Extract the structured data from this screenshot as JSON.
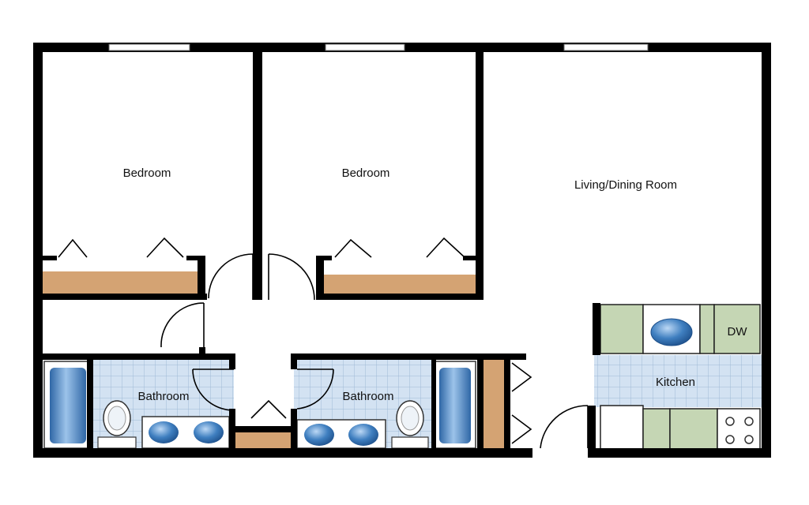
{
  "rooms": {
    "bedroom_left": "Bedroom",
    "bedroom_center": "Bedroom",
    "living_dining": "Living/Dining Room",
    "bathroom_left": "Bathroom",
    "bathroom_right": "Bathroom",
    "kitchen": "Kitchen"
  },
  "appliances": {
    "dishwasher": "DW"
  },
  "colors": {
    "wall": "#000000",
    "closet_shelf": "#d4a373",
    "tile": "#cfe0f0",
    "tile_grid": "#9db8d8",
    "cabinet": "#c5d6b4",
    "fixture_blue": "#3f7fc0"
  }
}
